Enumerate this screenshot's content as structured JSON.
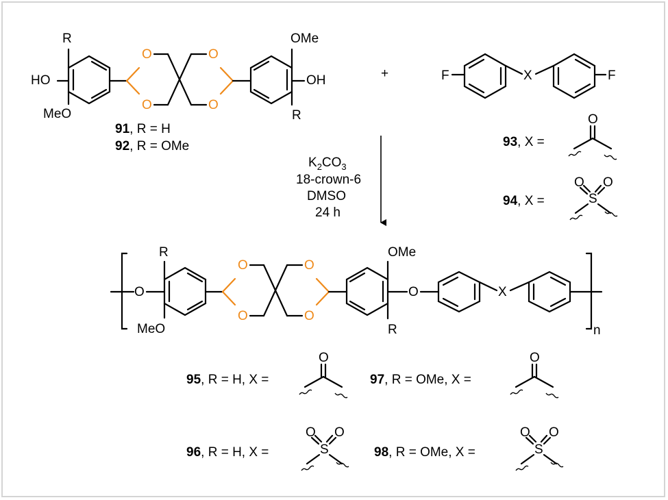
{
  "colors": {
    "acetal_highlight": "#ef8a1a",
    "frame_border": "#d4d4d4",
    "bond": "#000000"
  },
  "atoms": {
    "R": "R",
    "O": "O",
    "HO": "HO",
    "OH": "OH",
    "OMe": "OMe",
    "MeO": "MeO",
    "F": "F",
    "X": "X",
    "S": "S",
    "n": "n"
  },
  "reactant_a": {
    "label_91": {
      "num": "91",
      "desc": ", R = H"
    },
    "label_92": {
      "num": "92",
      "desc": ", R = OMe"
    }
  },
  "plus_sign": "+",
  "reactant_b": {
    "label_93": {
      "num": "93",
      "desc": ", X ="
    },
    "label_94": {
      "num": "94",
      "desc": ", X ="
    }
  },
  "conditions": {
    "reagent_base": "K",
    "reagent_sub1": "2",
    "reagent_mid": "CO",
    "reagent_sub2": "3",
    "line2": "18-crown-6",
    "line3": "DMSO",
    "line4": "24 h"
  },
  "products": {
    "p95": {
      "num": "95",
      "desc": ", R = H, X ="
    },
    "p96": {
      "num": "96",
      "desc": ", R = H, X ="
    },
    "p97": {
      "num": "97",
      "desc": ", R = OMe, X ="
    },
    "p98": {
      "num": "98",
      "desc": ", R = OMe, X ="
    }
  }
}
